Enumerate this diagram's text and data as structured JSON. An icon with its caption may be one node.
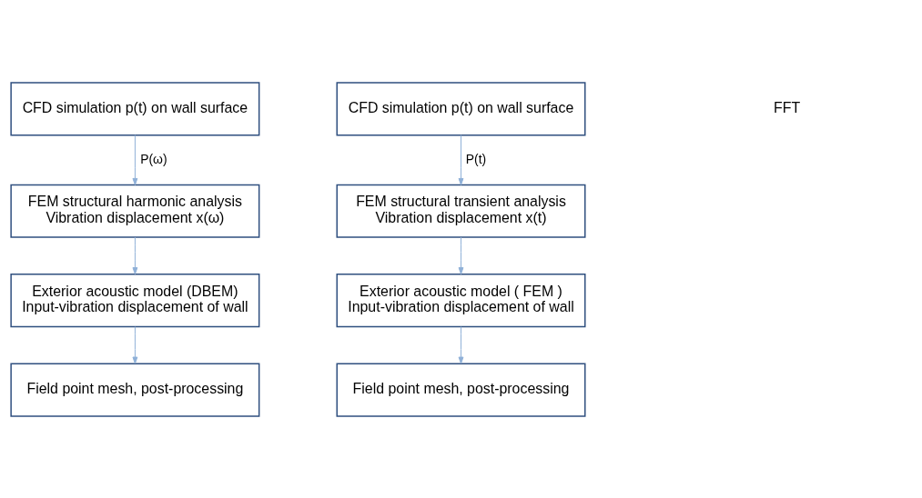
{
  "diagram": {
    "nodes": [
      {
        "text": [
          "CFD simulation p(t) on wall surface"
        ]
      },
      {
        "text": [
          "FEM structural harmonic analysis",
          "Vibration displacement x(ω)"
        ]
      },
      {
        "text": [
          "Exterior acoustic model (DBEM)",
          "Input-vibration displacement of wall"
        ]
      },
      {
        "text": [
          "Field point mesh, post-processing"
        ]
      },
      {
        "text": [
          "CFD simulation p(t) on wall surface"
        ]
      },
      {
        "text": [
          "FEM structural transient analysis",
          "Vibration displacement x(t)"
        ]
      },
      {
        "text": [
          "Exterior acoustic model ( FEM )",
          "Input-vibration displacement of wall"
        ]
      },
      {
        "text": [
          "Field point mesh, post-processing"
        ]
      }
    ],
    "edges": [
      {
        "from": 0,
        "to": 1,
        "arrow": "to",
        "label": "P(ω)"
      },
      {
        "from": 1,
        "to": 2,
        "arrow": "to"
      },
      {
        "from": 2,
        "to": 3,
        "arrow": "to"
      },
      {
        "from": 4,
        "to": 5,
        "arrow": "to",
        "label": "P(t)"
      },
      {
        "from": 5,
        "to": 6,
        "arrow": "to"
      },
      {
        "from": 6,
        "to": 7,
        "arrow": "to"
      }
    ],
    "labels": [
      "FFT"
    ]
  }
}
